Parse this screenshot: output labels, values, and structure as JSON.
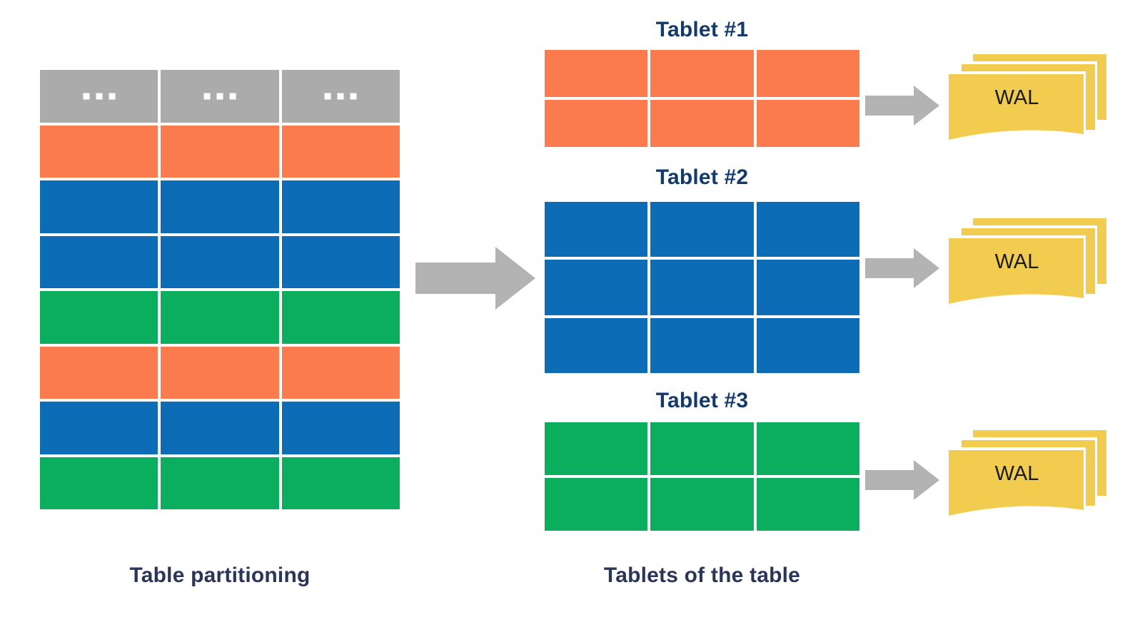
{
  "diagram": {
    "title_left": "Table partitioning",
    "title_right": "Tablets of the table",
    "colors": {
      "orange": "#FB7B4E",
      "blue": "#0C6CB6",
      "green": "#0BAE5C",
      "gray": "#ABABAB",
      "yellow": "#F2CC4F",
      "arrow_gray": "#B3B3B3",
      "text_navy": "#2A3557",
      "title_navy": "#123A6D"
    },
    "source_table": {
      "columns": 3,
      "header_cell_text": "...",
      "rows": [
        {
          "type": "header",
          "color": "gray"
        },
        {
          "type": "data",
          "color": "orange"
        },
        {
          "type": "data",
          "color": "blue"
        },
        {
          "type": "data",
          "color": "blue"
        },
        {
          "type": "data",
          "color": "green"
        },
        {
          "type": "data",
          "color": "orange"
        },
        {
          "type": "data",
          "color": "blue"
        },
        {
          "type": "data",
          "color": "green"
        }
      ]
    },
    "split_arrow": {
      "name": "split-arrow"
    },
    "tablets": [
      {
        "label": "Tablet #1",
        "color": "orange",
        "rows": 2,
        "columns": 3,
        "wal_label": "WAL",
        "wal_stack_count": 3
      },
      {
        "label": "Tablet #2",
        "color": "blue",
        "rows": 3,
        "columns": 3,
        "wal_label": "WAL",
        "wal_stack_count": 3
      },
      {
        "label": "Tablet #3",
        "color": "green",
        "rows": 2,
        "columns": 3,
        "wal_label": "WAL",
        "wal_stack_count": 3
      }
    ]
  }
}
